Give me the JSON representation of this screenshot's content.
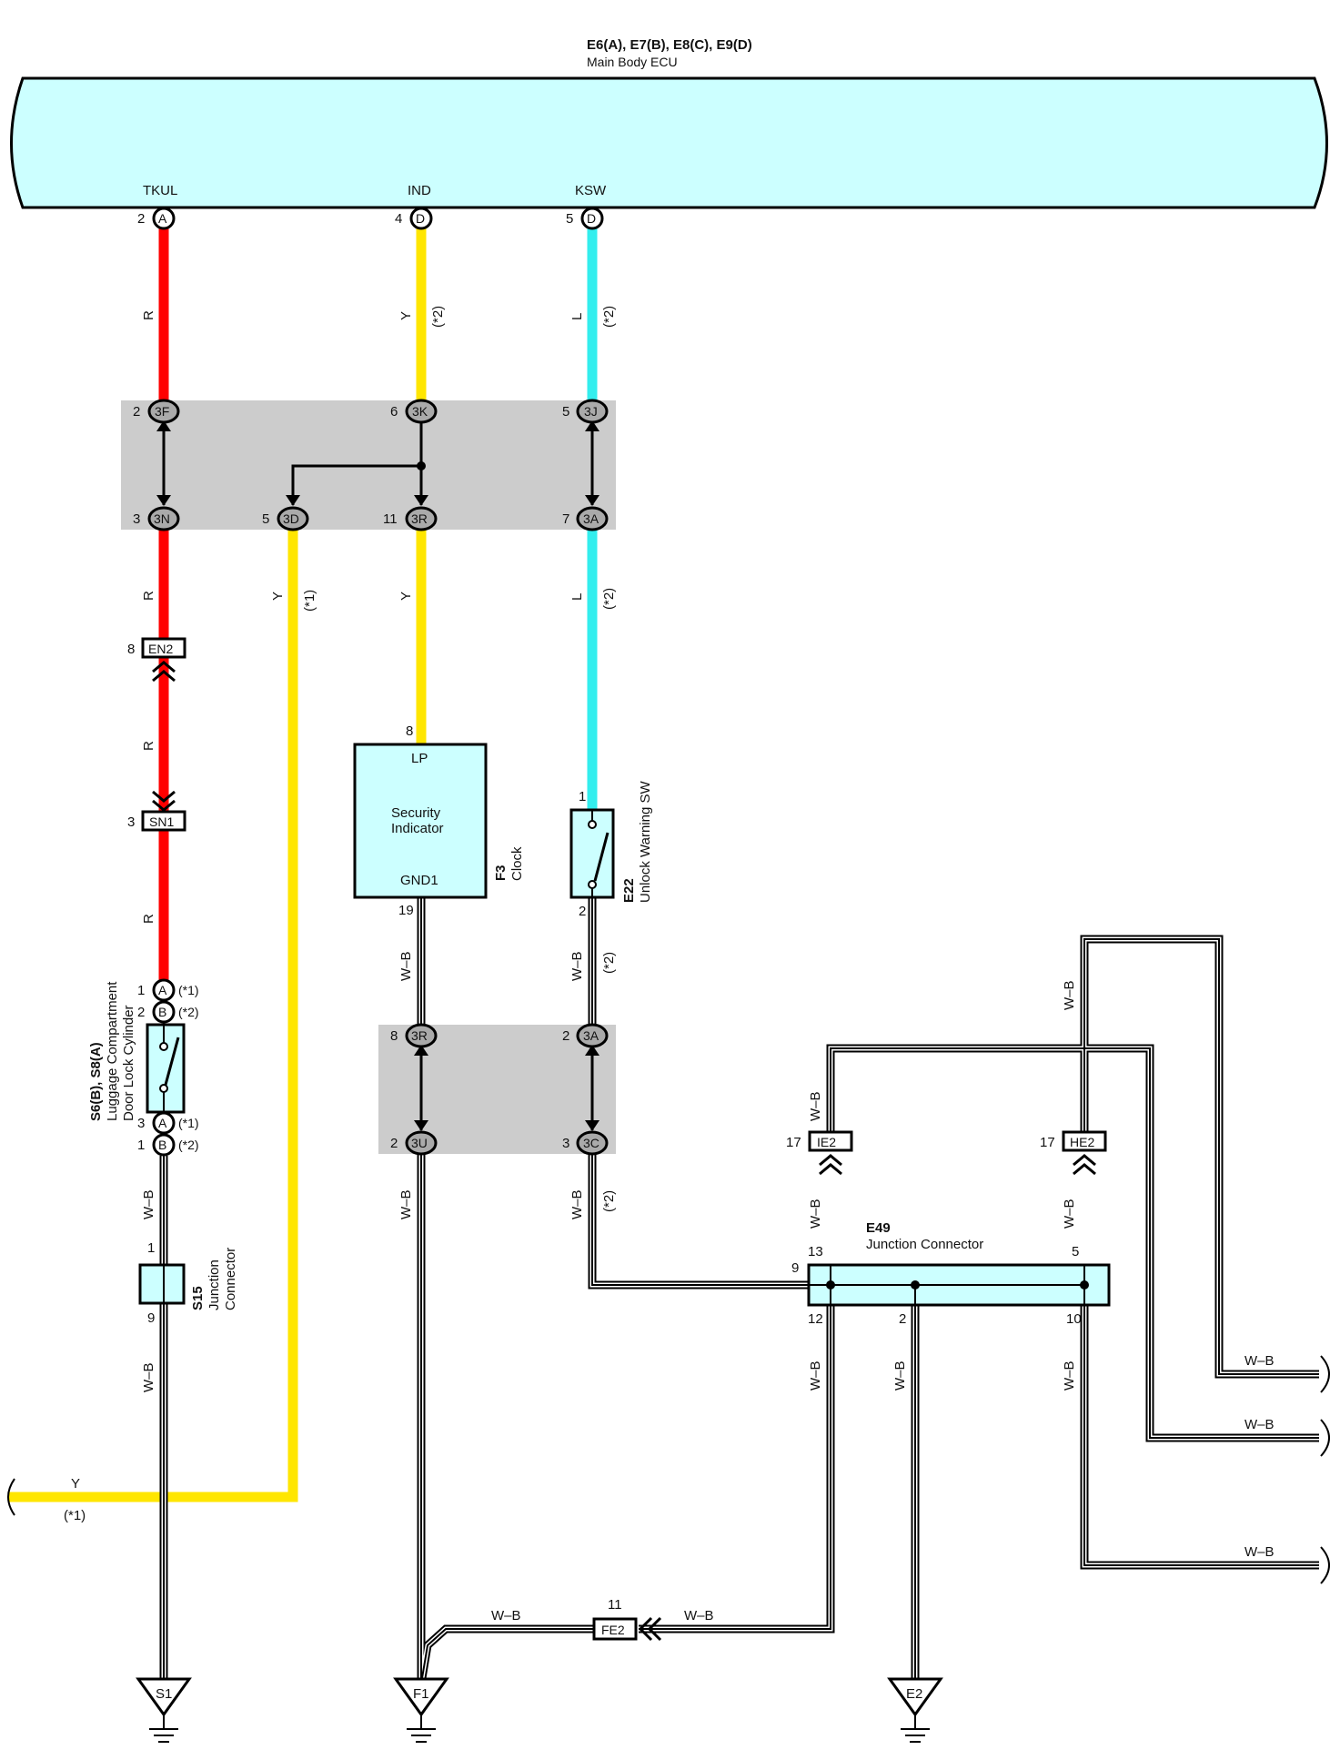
{
  "colors": {
    "red": "#ff0000",
    "yellow": "#ffe600",
    "cyan": "#33eeee",
    "component_fill": "#ccffff",
    "group_box": "#cccccc",
    "black_wire": "#000000"
  },
  "ecu": {
    "title": "E6(A), E7(B), E8(C), E9(D)",
    "subtitle": "Main Body ECU",
    "terminals": [
      {
        "name": "TKUL",
        "pin": "2",
        "letter": "A"
      },
      {
        "name": "IND",
        "pin": "4",
        "letter": "D"
      },
      {
        "name": "KSW",
        "pin": "5",
        "letter": "D"
      }
    ]
  },
  "wire_labels": {
    "r": "R",
    "y": "Y",
    "l": "L",
    "wb": "W–B",
    "star1": "(*1)",
    "star2": "(*2)"
  },
  "junction_top": [
    {
      "pin": "2",
      "code": "3F"
    },
    {
      "pin": "6",
      "code": "3K"
    },
    {
      "pin": "5",
      "code": "3J"
    },
    {
      "pin": "3",
      "code": "3N"
    },
    {
      "pin": "5",
      "code": "3D"
    },
    {
      "pin": "11",
      "code": "3R"
    },
    {
      "pin": "7",
      "code": "3A"
    }
  ],
  "junction_mid": [
    {
      "pin": "8",
      "code": "3R"
    },
    {
      "pin": "2",
      "code": "3A"
    },
    {
      "pin": "2",
      "code": "3U"
    },
    {
      "pin": "3",
      "code": "3C"
    }
  ],
  "connectors": {
    "en2": {
      "pin": "8",
      "code": "EN2"
    },
    "sn1": {
      "pin": "3",
      "code": "SN1"
    },
    "ie2": {
      "pin": "17",
      "code": "IE2"
    },
    "he2": {
      "pin": "17",
      "code": "HE2"
    },
    "fe2": {
      "pin": "11",
      "code": "FE2"
    }
  },
  "clock": {
    "id": "F3",
    "name": "Clock",
    "top_terminal": "LP",
    "top_pin": "8",
    "inner_line1": "Security",
    "inner_line2": "Indicator",
    "bottom_terminal": "GND1",
    "bottom_pin": "19"
  },
  "unlock_sw": {
    "id": "E22",
    "name": "Unlock Warning SW",
    "pin_top": "1",
    "pin_bottom": "2"
  },
  "lock_cylinder": {
    "id": "S6(B), S8(A)",
    "name_line1": "Luggage Compartment",
    "name_line2": "Door Lock Cylinder",
    "pins_top": [
      {
        "pin": "1",
        "letter": "A",
        "note": "(*1)"
      },
      {
        "pin": "2",
        "letter": "B",
        "note": "(*2)"
      }
    ],
    "pins_bottom": [
      {
        "pin": "3",
        "letter": "A",
        "note": "(*1)"
      },
      {
        "pin": "1",
        "letter": "B",
        "note": "(*2)"
      }
    ]
  },
  "s15": {
    "id": "S15",
    "name_line1": "Junction",
    "name_line2": "Connector",
    "pin_top": "1",
    "pin_bottom": "9"
  },
  "e49": {
    "id": "E49",
    "name": "Junction Connector",
    "pins": {
      "p13": "13",
      "p5": "5",
      "p9": "9",
      "p12": "12",
      "p2": "2",
      "p10": "10"
    }
  },
  "grounds": {
    "s1": "S1",
    "f1": "F1",
    "e2": "E2"
  }
}
